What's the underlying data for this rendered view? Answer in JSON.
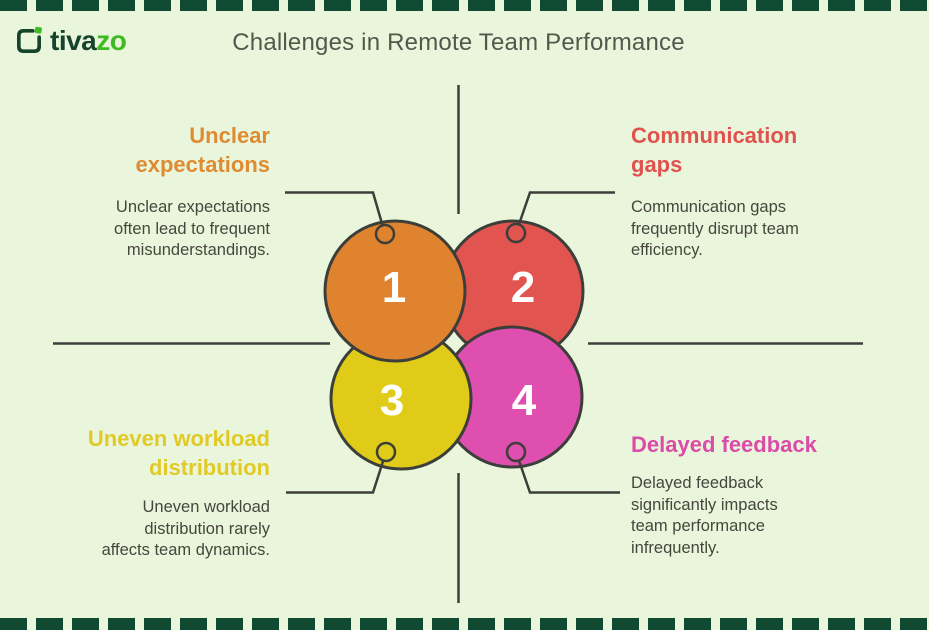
{
  "header": {
    "logo": {
      "brand_dark": "tiva",
      "brand_green": "zo"
    },
    "title": "Challenges in Remote Team Performance"
  },
  "colors": {
    "background": "#EAF6DB",
    "dashed_border": "#114A33",
    "outline": "#3C3E3A",
    "circle_1": "#E0832F",
    "circle_2": "#E25450",
    "circle_3": "#DFCB18",
    "circle_4": "#DF4FB0",
    "heading_1": "#DE8C33",
    "heading_2": "#E0524E",
    "heading_3": "#E1CA28",
    "heading_4": "#DB4BA8",
    "title_text": "#51594E",
    "body_text": "#45463D",
    "logo_dark": "#15432B",
    "logo_green": "#3EBB22"
  },
  "sections": [
    {
      "number": "1",
      "heading_lines": [
        "Unclear",
        "expectations"
      ],
      "body_lines": [
        "Unclear expectations",
        "often lead to frequent",
        "misunderstandings."
      ]
    },
    {
      "number": "2",
      "heading_lines": [
        "Communication",
        "gaps"
      ],
      "body_lines": [
        "Communication gaps",
        "frequently disrupt team",
        "efficiency."
      ]
    },
    {
      "number": "3",
      "heading_lines": [
        "Uneven workload",
        "distribution"
      ],
      "body_lines": [
        "Uneven workload",
        "distribution rarely",
        "affects team dynamics."
      ]
    },
    {
      "number": "4",
      "heading_lines": [
        "Delayed feedback"
      ],
      "body_lines": [
        "Delayed feedback",
        "significantly impacts",
        "team performance",
        "infrequently."
      ]
    }
  ]
}
